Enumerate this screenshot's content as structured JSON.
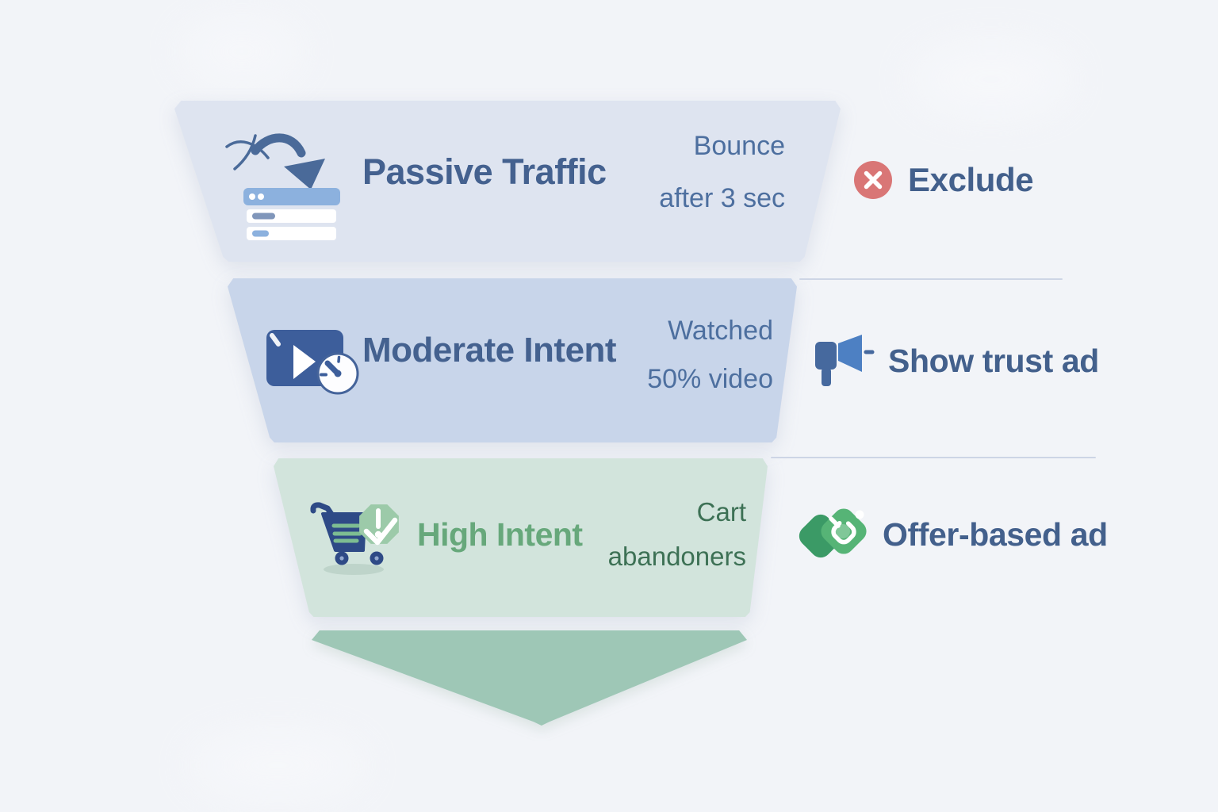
{
  "diagram": {
    "type": "marketing-retargeting-funnel",
    "tiers": [
      {
        "id": "passive-traffic",
        "title": "Passive Traffic",
        "annotation_line1": "Bounce",
        "annotation_line2": "after 3 sec",
        "icon": "bounce-browser-icon",
        "fill": "#dee4f0",
        "title_color": "#44618f"
      },
      {
        "id": "moderate-intent",
        "title": "Moderate Intent",
        "annotation_line1": "Watched",
        "annotation_line2": "50% video",
        "icon": "video-watch-time-icon",
        "fill": "#c8d5ea",
        "title_color": "#44618f"
      },
      {
        "id": "high-intent",
        "title": "High Intent",
        "annotation_line1": "Cart",
        "annotation_line2": "abandoners",
        "icon": "abandoned-cart-icon",
        "fill": "#d2e4dc",
        "title_color": "#67a87b"
      }
    ],
    "actions": [
      {
        "label": "Exclude",
        "icon": "exclude-icon",
        "icon_color": "#d97676"
      },
      {
        "label": "Show trust ad",
        "icon": "megaphone-icon",
        "icon_color": "#46699e"
      },
      {
        "label": "Offer-based ad",
        "icon": "offer-tag-icon",
        "icon_color": "#56b476"
      }
    ],
    "arrow": {
      "icon": "funnel-down-arrow",
      "fill": "#9ec7b6"
    },
    "colors": {
      "background": "#f2f4f8",
      "annotation_blue": "#4d6f9f",
      "annotation_green": "#3d7155",
      "action_label": "#43608c",
      "divider": "#cdd5e5"
    }
  }
}
